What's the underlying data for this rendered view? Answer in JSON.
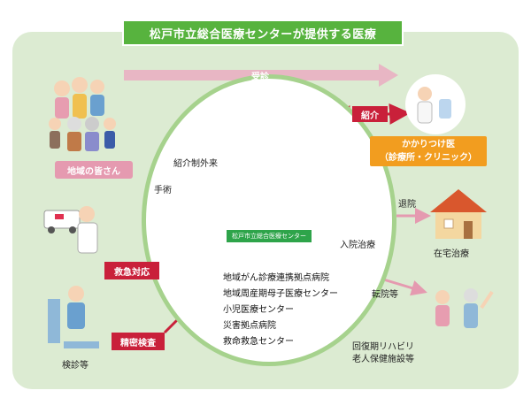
{
  "title": "松戸市立総合医療センターが提供する医療",
  "consult_label": "受診",
  "referral_label": "紹介",
  "community": "地域の皆さん",
  "family_doctor_line1": "かかりつけ医",
  "family_doctor_line2": "（診療所・クリニック）",
  "referral_outpatient": "紹介制外来",
  "surgery": "手術",
  "center_name": "松戸市立総合医療センター",
  "inpatient": "入院治療",
  "discharge": "退院",
  "home_care": "在宅治療",
  "emergency": "救急対応",
  "precision_exam": "精密検査",
  "checkup": "検診等",
  "transfer": "転院等",
  "rehab_line1": "回復期リハビリ",
  "rehab_line2": "老人保健施設等",
  "roles": [
    "地域がん診療連携拠点病院",
    "地域周産期母子医療センター",
    "小児医療センター",
    "災害拠点病院",
    "救命救急センター"
  ]
}
